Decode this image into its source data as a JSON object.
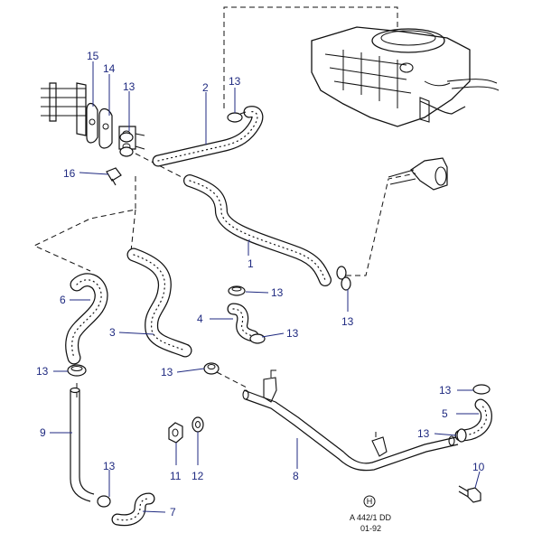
{
  "callouts": {
    "c1": "1",
    "c2": "2",
    "c3": "3",
    "c4": "4",
    "c5": "5",
    "c6": "6",
    "c7": "7",
    "c8": "8",
    "c9": "9",
    "c10": "10",
    "c11": "11",
    "c12": "12",
    "c13a": "13",
    "c13b": "13",
    "c13c": "13",
    "c13d": "13",
    "c13e": "13",
    "c13f": "13",
    "c13g": "13",
    "c13h": "13",
    "c13i": "13",
    "c13j": "13",
    "c14": "14",
    "c15": "15",
    "c16": "16"
  },
  "reference": {
    "symbol": "H",
    "code": "A 442/1 DD",
    "date": "01-92"
  }
}
